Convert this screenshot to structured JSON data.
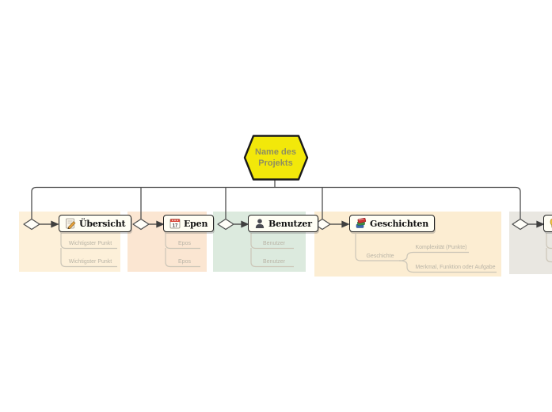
{
  "root": {
    "label": "Name des Projekts",
    "line1": "Name des",
    "line2": "Projekts",
    "fill_color": "#f2e80a",
    "text_color": "#8e8e60"
  },
  "branches": [
    {
      "label": "Übersicht",
      "icon": "memo-icon",
      "panel_color": "#fdf0d9",
      "children": [
        {
          "label": "Wichtigster Punkt"
        },
        {
          "label": "Wichtigster Punkt"
        }
      ]
    },
    {
      "label": "Epen",
      "icon": "calendar-icon",
      "calendar_day": "17",
      "panel_color": "#fbe6d2",
      "children": [
        {
          "label": "Epos"
        },
        {
          "label": "Epos"
        }
      ]
    },
    {
      "label": "Benutzer",
      "icon": "user-icon",
      "panel_color": "#dceade",
      "children": [
        {
          "label": "Benutzer"
        },
        {
          "label": "Benutzer"
        }
      ]
    },
    {
      "label": "Geschichten",
      "icon": "books-icon",
      "panel_color": "#fcedd2",
      "children": [
        {
          "label": "Geschichte",
          "children": [
            {
              "label": "Komplexität (Punkte)"
            },
            {
              "label": "Merkmal, Funktion oder Aufgabe"
            }
          ]
        }
      ]
    },
    {
      "label": "",
      "icon": "node-icon",
      "panel_color": "#e9e7e1",
      "children": []
    }
  ]
}
